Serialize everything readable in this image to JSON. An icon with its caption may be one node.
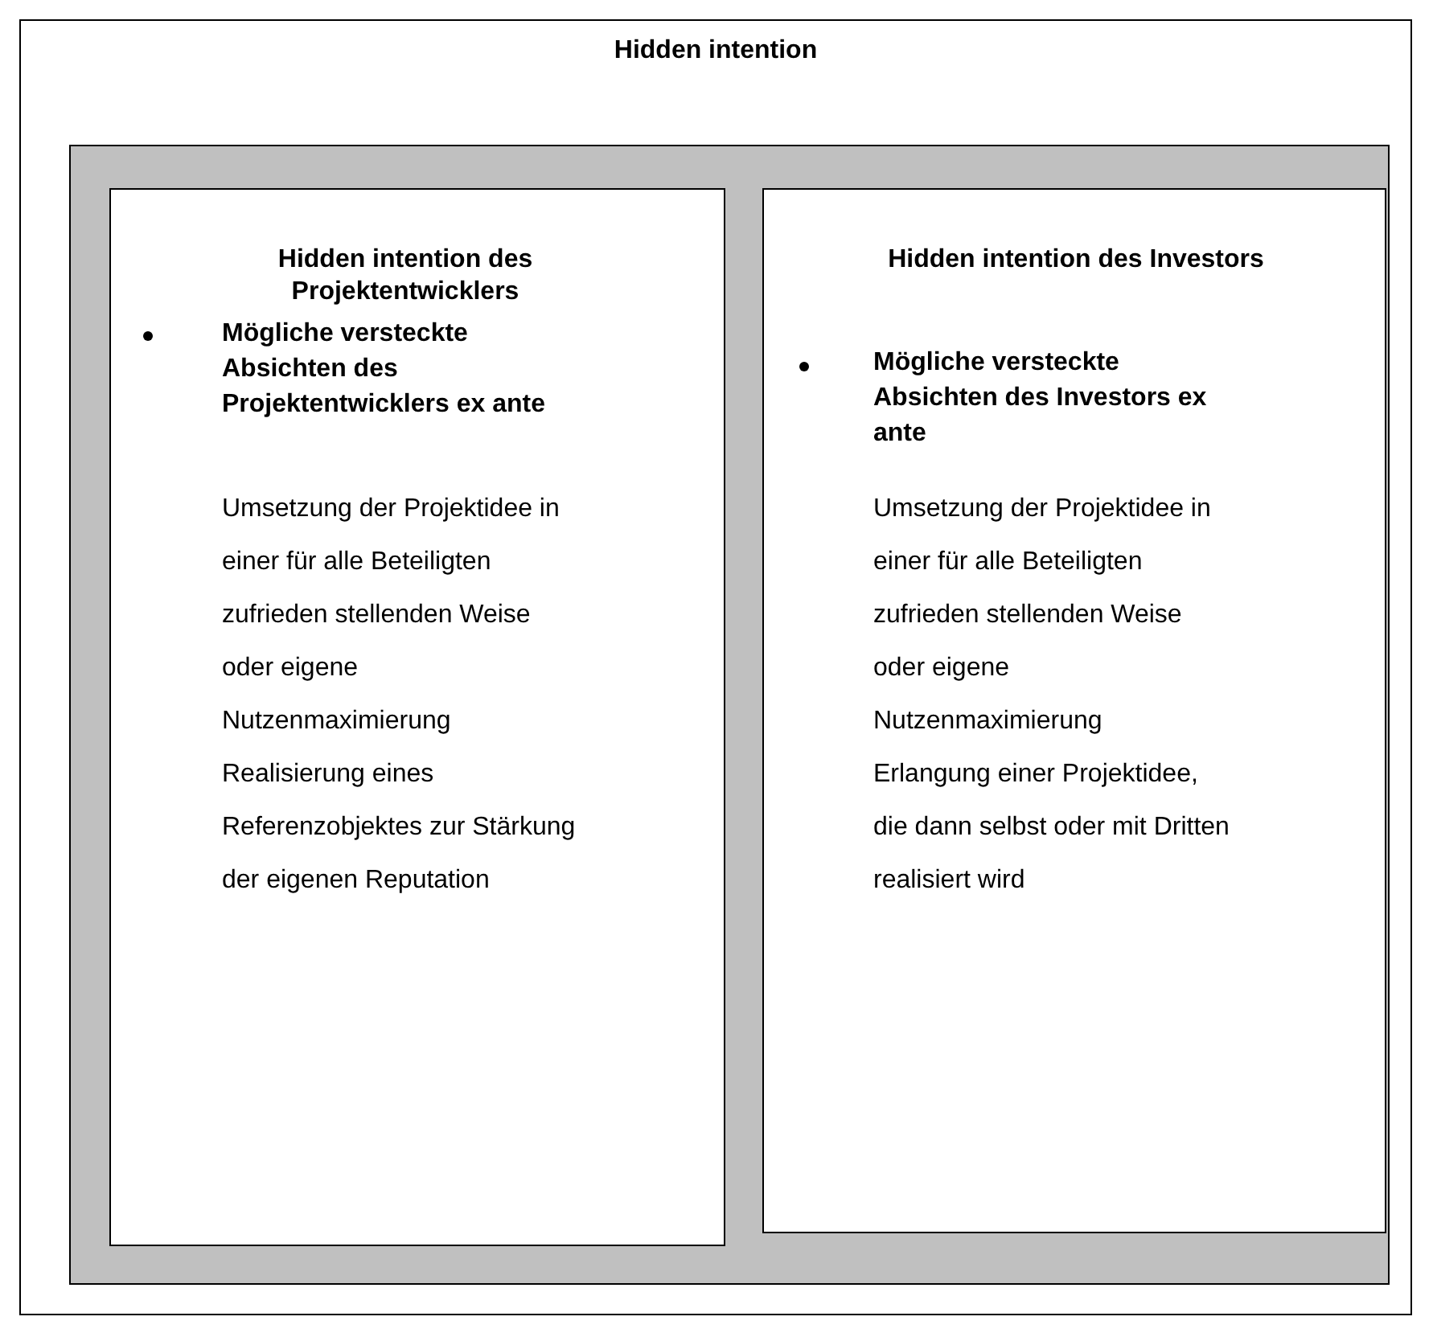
{
  "diagram": {
    "nodes": [
      {
        "text": [
          "Hidden intention"
        ]
      },
      {
        "text": [],
        "shape": "box",
        "in": 0
      },
      {
        "text": [
          "Hidden intention des Projektentwicklers",
          "Mögliche versteckte Absichten des Projektentwicklers ex ante",
          "Umsetzung der Projektidee in einer für alle Beteiligten zufrieden stellenden Weise oder eigene Nutzenmaximierung",
          "Realisierung eines Referenzobjektes zur Stärkung der eigenen Reputation"
        ],
        "in": 1
      },
      {
        "text": [
          "Hidden intention des Investors",
          "Mögliche versteckte Absichten des Investors ex ante",
          "Umsetzung der Projektidee in einer für alle Beteiligten zufrieden stellenden Weise oder eigene Nutzenmaximierung",
          "Erlangung einer Projektidee, die dann selbst oder mit Dritten realisiert wird"
        ],
        "in": 1
      }
    ]
  }
}
